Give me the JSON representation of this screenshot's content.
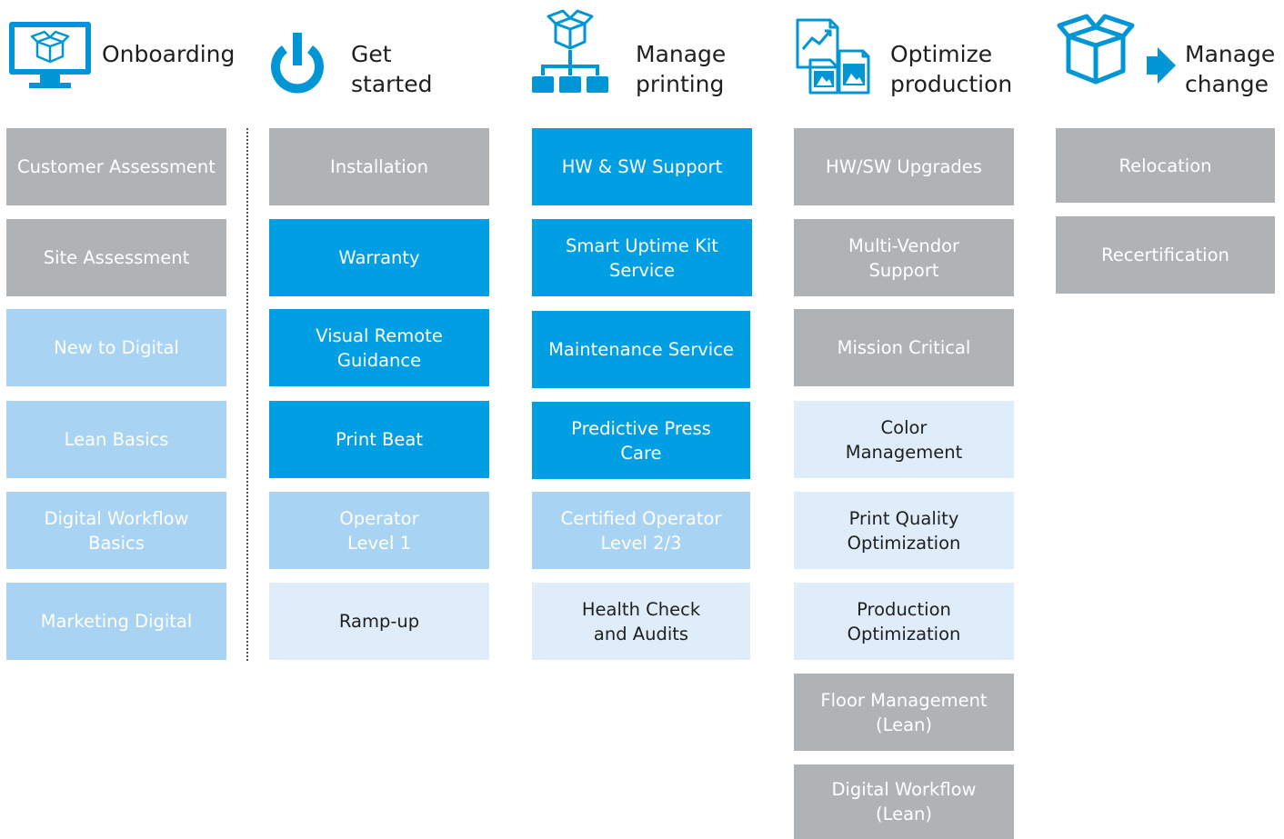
{
  "colors": {
    "gray": "#afb3b6",
    "blue": "#009fe3",
    "light_blue": "#a9d3f2",
    "pale_blue": "#dfedfa",
    "accent": "#0096d6"
  },
  "columns": [
    {
      "title": "Onboarding",
      "icon": "monitor-box-icon",
      "tiles": [
        {
          "label": "Customer Assessment",
          "style": "gray"
        },
        {
          "label": "Site Assessment",
          "style": "gray"
        },
        {
          "label": "New to Digital",
          "style": "light_blue"
        },
        {
          "label": "Lean Basics",
          "style": "light_blue"
        },
        {
          "label": "Digital Workflow\nBasics",
          "style": "light_blue"
        },
        {
          "label": "Marketing Digital",
          "style": "light_blue"
        }
      ]
    },
    {
      "title": "Get\nstarted",
      "icon": "power-icon",
      "tiles": [
        {
          "label": "Installation",
          "style": "gray"
        },
        {
          "label": "Warranty",
          "style": "blue"
        },
        {
          "label": "Visual Remote\nGuidance",
          "style": "blue"
        },
        {
          "label": "Print Beat",
          "style": "blue"
        },
        {
          "label": "Operator\nLevel 1",
          "style": "light_blue"
        },
        {
          "label": "Ramp-up",
          "style": "pale"
        }
      ]
    },
    {
      "title": "Manage\nprinting",
      "icon": "box-network-icon",
      "tiles": [
        {
          "label": "HW & SW Support",
          "style": "blue"
        },
        {
          "label": "Smart Uptime Kit\nService",
          "style": "blue"
        },
        {
          "label": "Maintenance Service",
          "style": "blue"
        },
        {
          "label": "Predictive Press\nCare",
          "style": "blue"
        },
        {
          "label": "Certified Operator\nLevel 2/3",
          "style": "light_blue"
        },
        {
          "label": "Health Check\nand Audits",
          "style": "pale"
        }
      ]
    },
    {
      "title": "Optimize\nproduction",
      "icon": "documents-chart-icon",
      "tiles": [
        {
          "label": "HW/SW Upgrades",
          "style": "gray"
        },
        {
          "label": "Multi-Vendor\nSupport",
          "style": "gray"
        },
        {
          "label": "Mission Critical",
          "style": "gray"
        },
        {
          "label": "Color\nManagement",
          "style": "pale"
        },
        {
          "label": "Print Quality\nOptimization",
          "style": "pale"
        },
        {
          "label": "Production\nOptimization",
          "style": "pale"
        },
        {
          "label": "Floor Management\n(Lean)",
          "style": "gray"
        },
        {
          "label": "Digital Workflow\n(Lean)",
          "style": "gray"
        }
      ]
    },
    {
      "title": "Manage\nchange",
      "icon": "box-arrow-icon",
      "tiles": [
        {
          "label": "Relocation",
          "style": "gray"
        },
        {
          "label": "Recertification",
          "style": "gray"
        }
      ]
    }
  ]
}
